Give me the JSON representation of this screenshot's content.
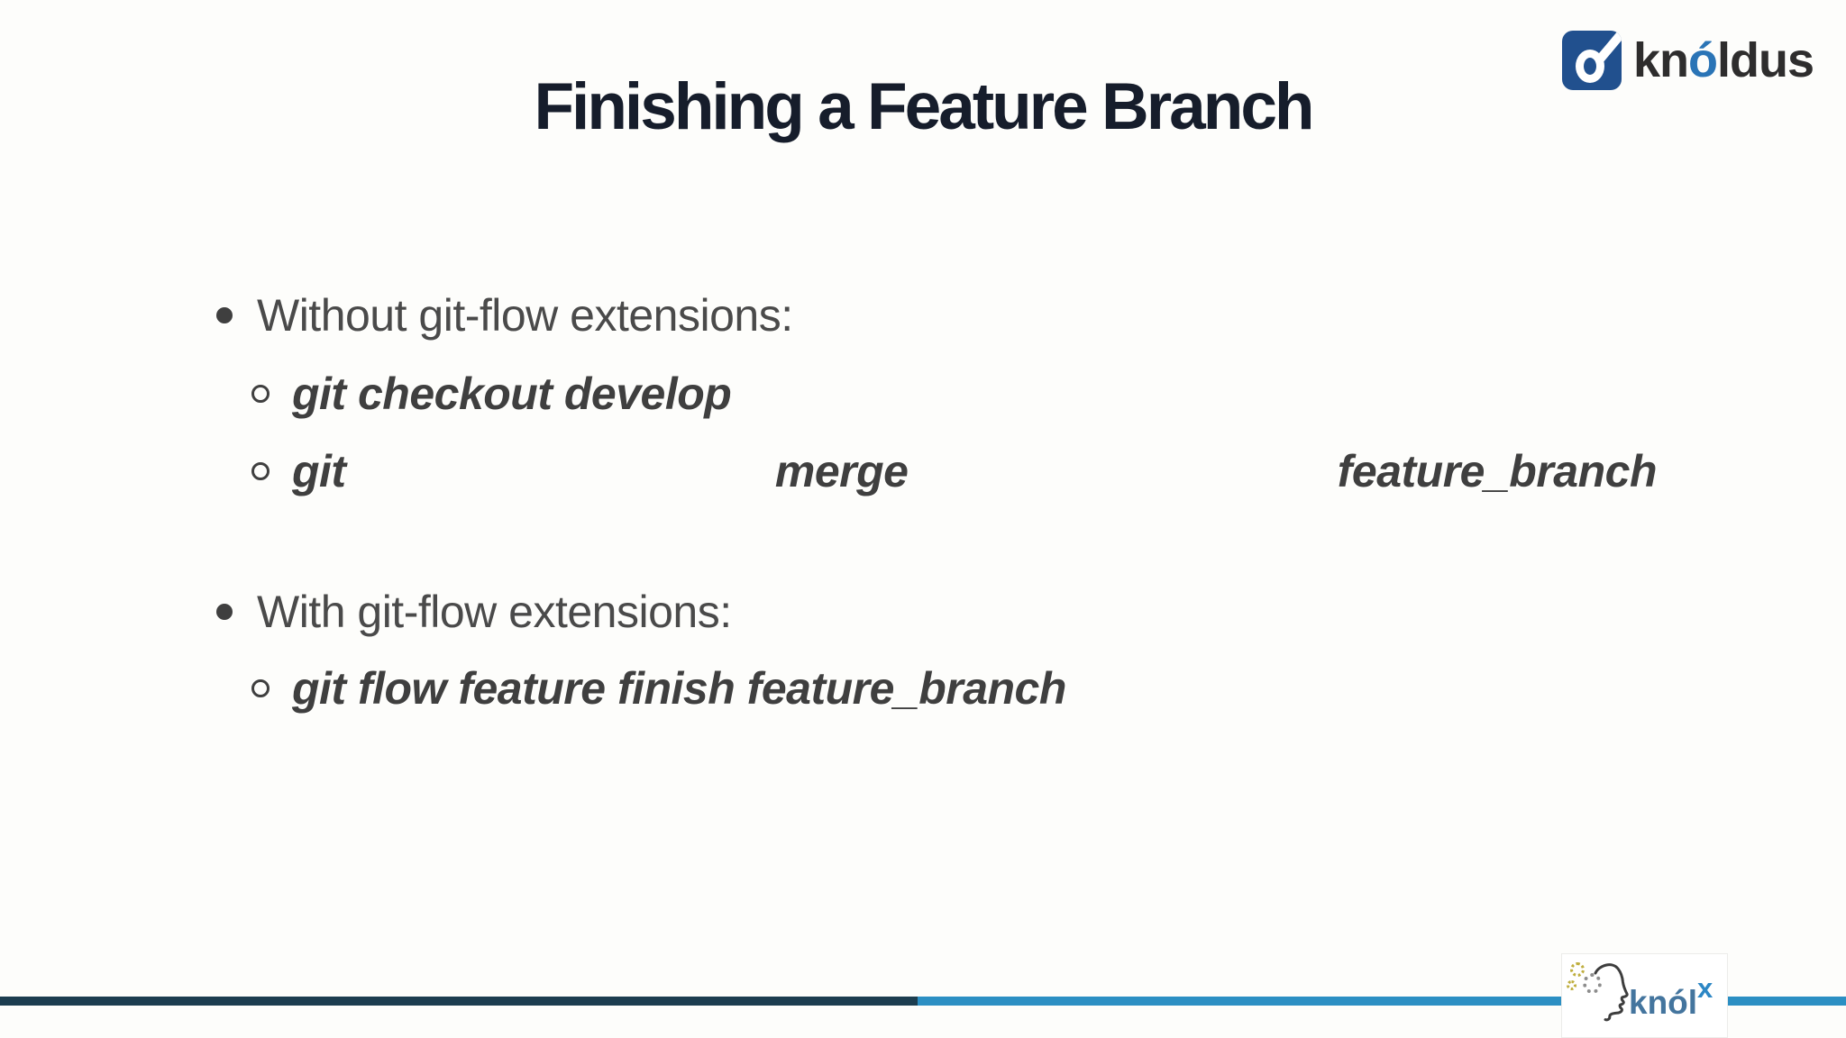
{
  "slide": {
    "title": "Finishing a Feature Branch",
    "background_color": "#fdfdfb",
    "title_color": "#161d2b",
    "body_text_color": "#4a4a4a",
    "code_text_color": "#3f3f3f"
  },
  "header_logo": {
    "name": "knoldus",
    "icon_letter": "o",
    "wordmark_prefix": "kn",
    "wordmark_accent": "ó",
    "wordmark_suffix": "ldus",
    "square_color": "#21508e",
    "text_color": "#2e2d2d",
    "accent_color": "#2a74b6"
  },
  "content": {
    "list": [
      {
        "type": "bullet",
        "text": "Without git-flow extensions:"
      },
      {
        "type": "sub",
        "text": "git checkout develop"
      },
      {
        "type": "sub-justified",
        "parts": [
          "git",
          "merge",
          "feature_branch"
        ]
      },
      {
        "type": "bullet",
        "text": "With git-flow extensions:"
      },
      {
        "type": "sub",
        "text": "git flow feature finish feature_branch"
      }
    ]
  },
  "footer": {
    "bar_dark_color": "#1c3d4f",
    "bar_blue_color": "#2c8fc3",
    "logo": {
      "wordmark": "knól",
      "superscript": "x",
      "wordmark_color": "#44759e",
      "superscript_color": "#2d87c5"
    }
  }
}
